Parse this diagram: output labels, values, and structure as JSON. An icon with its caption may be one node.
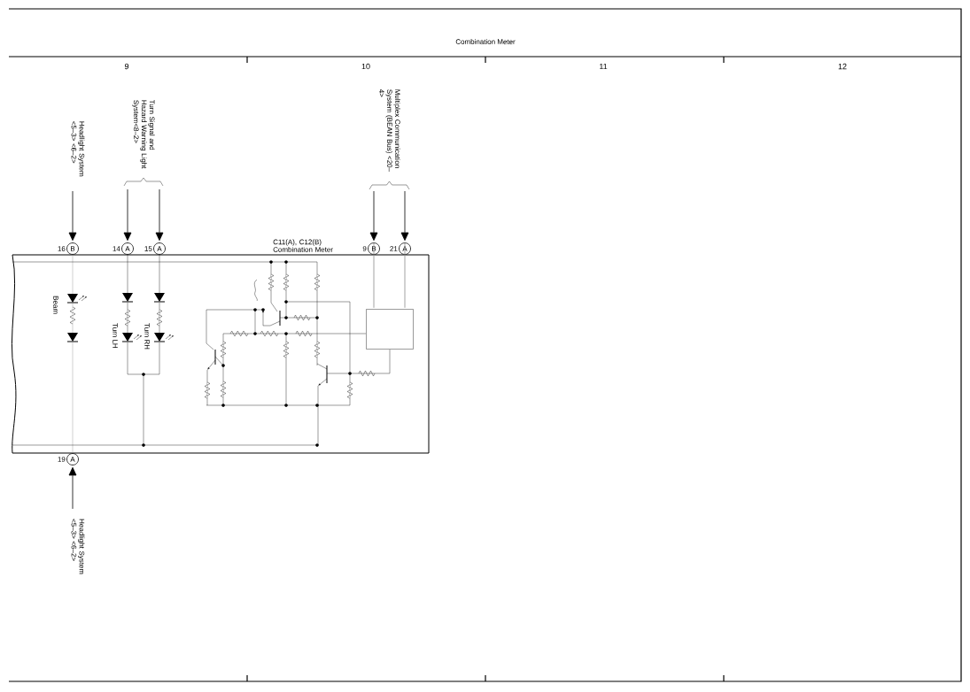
{
  "diagram": {
    "title": "Combination Meter",
    "nodes": [
      {
        "text": [
          "Headlight System <5–3> <6–2>"
        ]
      },
      {
        "text": [
          "Turn Signal and Hazard Warning Light System<8–2>"
        ]
      },
      {
        "text": [
          "Multiplex Communication System (BEAN Bus) <20–4>"
        ]
      },
      {
        "text": [
          "B"
        ],
        "beside": [
          "16"
        ]
      },
      {
        "text": [
          "A"
        ],
        "beside": [
          "14"
        ]
      },
      {
        "text": [
          "A"
        ],
        "beside": [
          "15"
        ]
      },
      {
        "text": [
          "B"
        ],
        "beside": [
          "9"
        ]
      },
      {
        "text": [
          "A"
        ],
        "beside": [
          "21"
        ]
      },
      {
        "text": [
          "A"
        ],
        "beside": [
          "19"
        ]
      },
      {
        "text": [
          "Headlight System <5–3> <6–2>"
        ]
      },
      {
        "text": [
          "C11(A), C12(B) Combination Meter"
        ]
      },
      {
        "text": [],
        "shape": "box",
        "in": 10
      }
    ],
    "edges": [
      {
        "from": 0,
        "to": 3,
        "arrow": "to"
      },
      {
        "from": 1,
        "to": 4,
        "arrow": "to"
      },
      {
        "from": 1,
        "to": 5,
        "arrow": "to"
      },
      {
        "from": 2,
        "to": 6,
        "arrow": "to"
      },
      {
        "from": 2,
        "to": 7,
        "arrow": "to"
      },
      {
        "from": 9,
        "to": 8,
        "arrow": "to"
      },
      {
        "from": 6,
        "to": 11,
        "arrow": "none",
        "color": "#8c8c8c"
      },
      {
        "from": 7,
        "to": 11,
        "arrow": "none",
        "color": "#8c8c8c"
      }
    ],
    "labels": [
      "9",
      "10",
      "11",
      "12",
      "Beam",
      "Turn LH",
      "Turn RH"
    ]
  }
}
